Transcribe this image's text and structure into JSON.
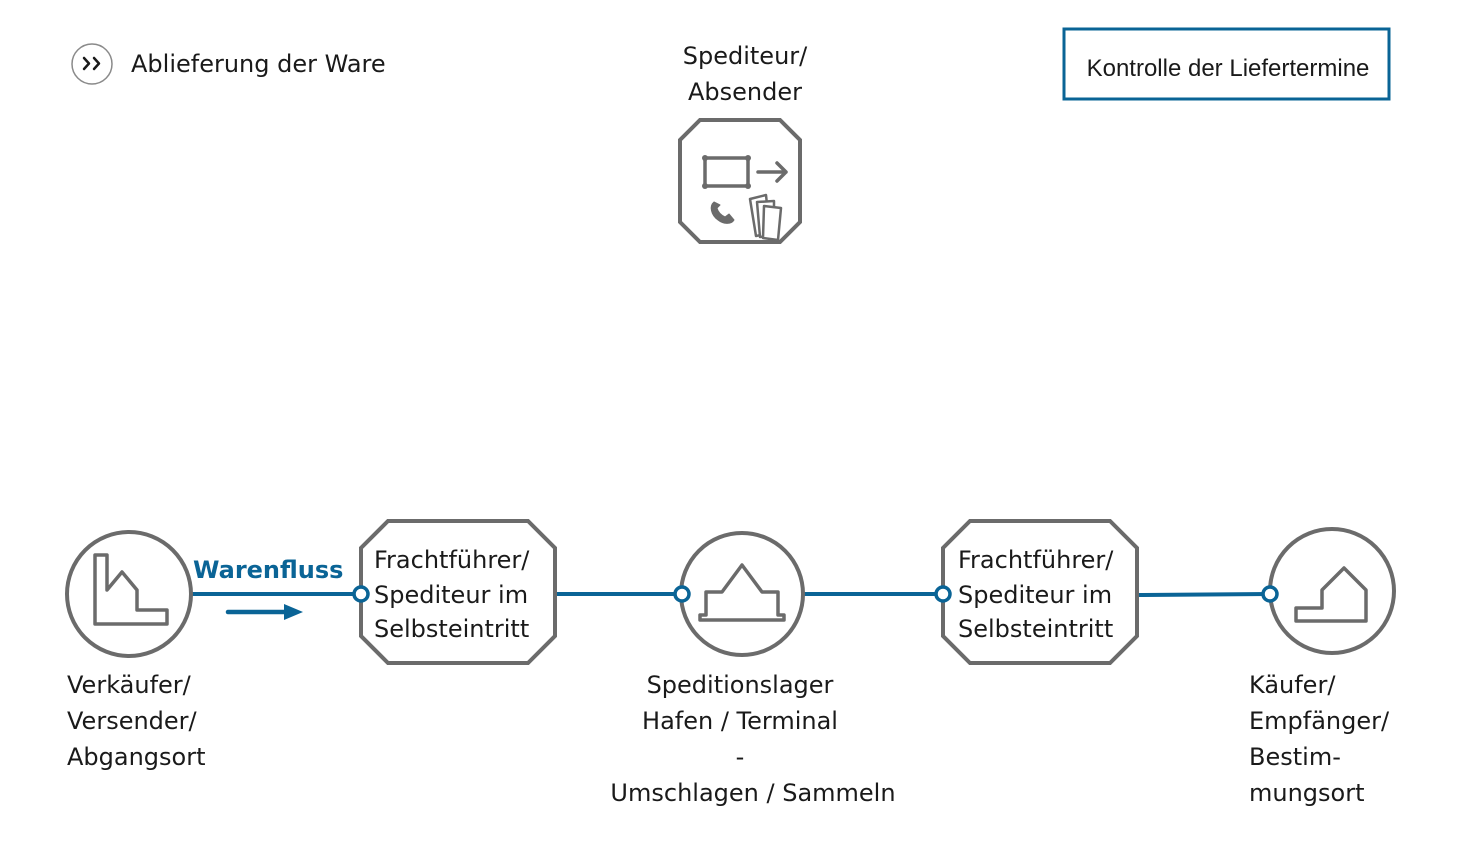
{
  "header": {
    "section_title": "Ablieferung der Ware",
    "expand_icon": "double-chevron-right-icon",
    "control_box_label": "Kontrolle der Liefertermine"
  },
  "forwarder_top": {
    "label_lines": [
      "Spediteur/",
      "Absender"
    ],
    "icon": "route-phone-documents-icon"
  },
  "flow": {
    "label": "Warenfluss",
    "arrow_icon": "arrow-right-icon",
    "line_color": "#0a6496"
  },
  "nodes": [
    {
      "id": "seller",
      "shape": "circle",
      "icon": "factory-icon",
      "label_lines": [
        "Verkäufer/",
        "Versender/",
        "Abgangsort"
      ]
    },
    {
      "id": "carrier-1",
      "shape": "octagon",
      "label_lines": [
        "Frachtführer/",
        "Spediteur im",
        "Selbsteintritt"
      ]
    },
    {
      "id": "warehouse",
      "shape": "circle",
      "icon": "warehouse-icon",
      "label_lines": [
        "Speditionslager",
        "Hafen / Terminal",
        "-",
        "Umschlagen / Sammeln"
      ]
    },
    {
      "id": "carrier-2",
      "shape": "octagon",
      "label_lines": [
        "Frachtführer/",
        "Spediteur im",
        "Selbsteintritt"
      ]
    },
    {
      "id": "buyer",
      "shape": "circle",
      "icon": "house-icon",
      "label_lines": [
        "Käufer/",
        "Empfänger/",
        "Bestim-",
        "mungsort"
      ]
    }
  ],
  "colors": {
    "accent": "#0a6496",
    "shape_stroke": "#6b6b6b",
    "text": "#1a1a1a"
  }
}
